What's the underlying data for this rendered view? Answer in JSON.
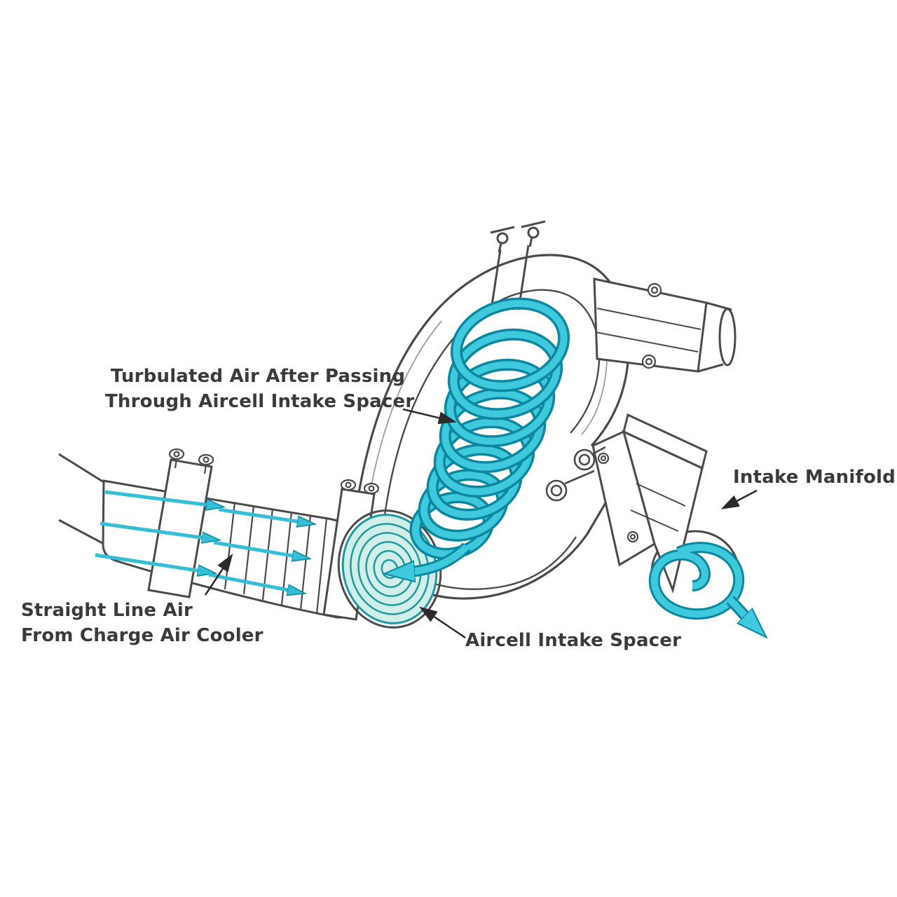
{
  "colors": {
    "accent_cyan": "#3FC9DD",
    "accent_cyan_dark": "#0D87A0",
    "spacer_teal": "#1F9AA0",
    "spacer_fill": "#D2EEE8",
    "outline_gray": "#4A4A4A",
    "text": "#3A3A3A",
    "background": "#FFFFFF"
  },
  "labels": {
    "turbulated_line1": "Turbulated Air After Passing",
    "turbulated_line2": "Through Aircell Intake Spacer",
    "intake_manifold": "Intake Manifold",
    "straight_line1": "Straight Line Air",
    "straight_line2": "From Charge Air Cooler",
    "aircell_spacer": "Aircell Intake Spacer"
  }
}
